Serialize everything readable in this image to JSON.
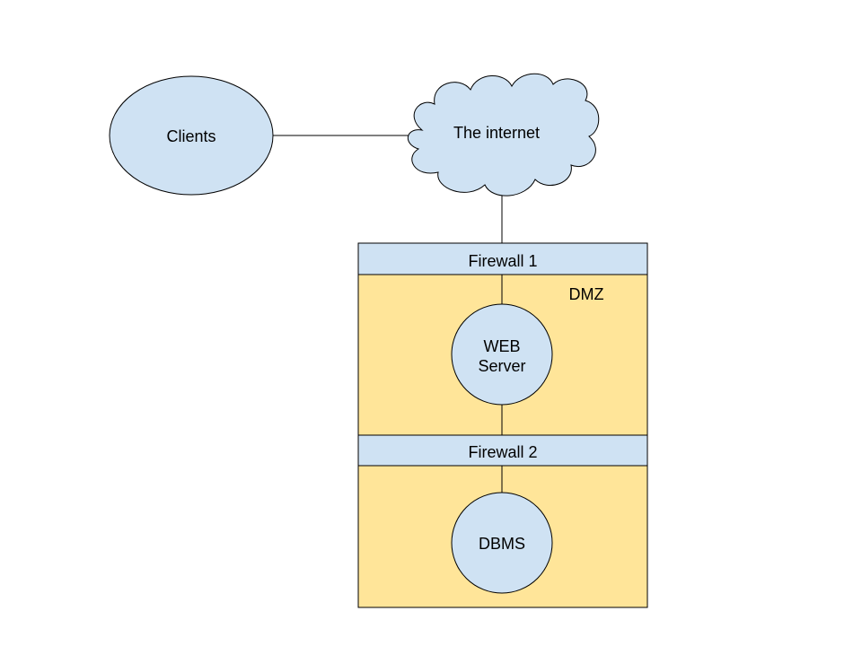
{
  "diagram": {
    "nodes": {
      "clients": {
        "label": "Clients",
        "shape": "ellipse"
      },
      "internet": {
        "label": "The internet",
        "shape": "cloud"
      },
      "firewall1": {
        "label": "Firewall 1",
        "shape": "rectangle"
      },
      "dmz": {
        "label": "DMZ",
        "shape": "zone"
      },
      "web_server": {
        "label_line1": "WEB",
        "label_line2": "Server",
        "shape": "circle"
      },
      "firewall2": {
        "label": "Firewall 2",
        "shape": "rectangle"
      },
      "dbms": {
        "label": "DBMS",
        "shape": "circle"
      }
    },
    "edges": [
      {
        "from": "clients",
        "to": "internet"
      },
      {
        "from": "internet",
        "to": "firewall1"
      },
      {
        "from": "firewall1",
        "to": "web_server"
      },
      {
        "from": "web_server",
        "to": "firewall2"
      },
      {
        "from": "firewall2",
        "to": "dbms"
      }
    ],
    "colors": {
      "node_fill": "#cfe2f3",
      "zone_fill": "#ffe599",
      "stroke": "#000000"
    }
  }
}
